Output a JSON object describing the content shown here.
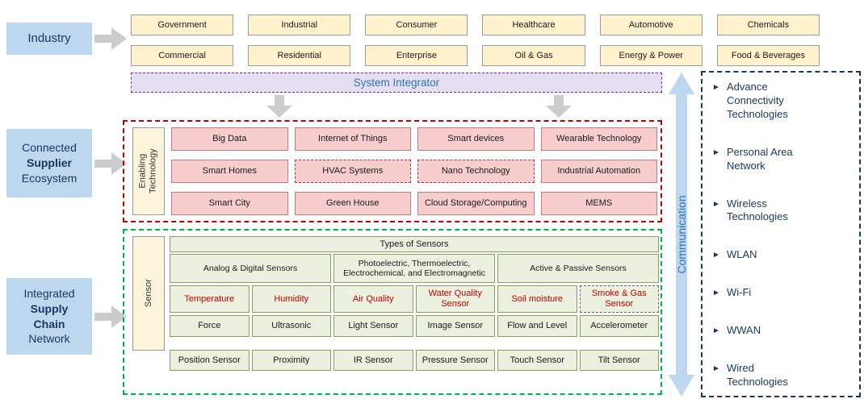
{
  "colors": {
    "light_blue": "#BDD7EE",
    "navy": "#17375E",
    "cream": "#FFF2CC",
    "lavender": "#E4DFF1",
    "purple_border": "#7030A0",
    "blue_text": "#2E74B5",
    "red_accent": "#C00000",
    "pink_cell": "#F7CDCD",
    "green_accent": "#00B050",
    "green_cell": "#EBF1DE",
    "gray_arrow": "#CCCCCC"
  },
  "left_panel": {
    "industry": "Industry",
    "supplier_line1": "Connected",
    "supplier_line2": "Supplier",
    "supplier_line3": "Ecosystem",
    "supply_line1": "Integrated",
    "supply_line2": "Supply",
    "supply_line3": "Chain",
    "supply_line4": "Network"
  },
  "industry": {
    "row1": [
      "Government",
      "Industrial",
      "Consumer",
      "Healthcare",
      "Automotive",
      "Chemicals"
    ],
    "row2": [
      "Commercial",
      "Residential",
      "Enterprise",
      "Oil & Gas",
      "Energy & Power",
      "Food & Beverages"
    ]
  },
  "system_integrator": "System Integrator",
  "enabling_technology": {
    "label": "Enabling Technology",
    "row1": [
      "Big Data",
      "Internet of Things",
      "Smart devices",
      "Wearable Technology"
    ],
    "row2": [
      "Smart Homes",
      "HVAC Systems",
      "Nano Technology",
      "Industrial Automation"
    ],
    "row3": [
      "Smart City",
      "Green House",
      "Cloud Storage/Computing",
      "MEMS"
    ]
  },
  "sensors": {
    "label": "Sensor",
    "header": "Types of Sensors",
    "categories": [
      "Analog & Digital Sensors",
      "Photoelectric, Thermoelectric, Electrochemical, and Electromagnetic",
      "Active & Passive Sensors"
    ],
    "highlight_row": [
      "Temperature",
      "Humidity",
      "Air Quality",
      "Water Quality Sensor",
      "Soil moisture",
      "Smoke & Gas Sensor"
    ],
    "row3": [
      "Force",
      "Ultrasonic",
      "Light Sensor",
      "Image Sensor",
      "Flow and Level",
      "Accelerometer"
    ],
    "row4": [
      "Position Sensor",
      "Proximity",
      "IR Sensor",
      "Pressure Sensor",
      "Touch Sensor",
      "Tilt Sensor"
    ]
  },
  "communication": {
    "label": "Communication",
    "bullet": "►",
    "items": [
      "Advance Connectivity Technologies",
      "Personal Area Network",
      "Wireless Technologies",
      "WLAN",
      "Wi-Fi",
      "WWAN",
      "Wired Technologies"
    ]
  }
}
